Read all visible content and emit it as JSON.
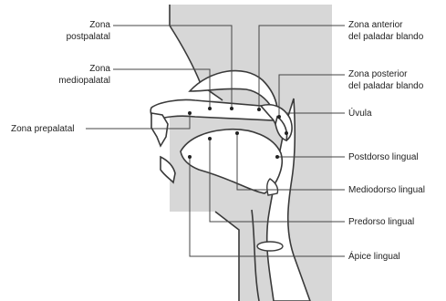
{
  "labels": {
    "postpalatal": [
      "Zona",
      "postpalatal"
    ],
    "mediopalatal": [
      "Zona",
      "mediopalatal"
    ],
    "prepalatal": [
      "Zona prepalatal"
    ],
    "anterior_velo": [
      "Zona anterior",
      "del paladar blando"
    ],
    "posterior_velo": [
      "Zona posterior",
      "del paladar blando"
    ],
    "uvula": [
      "Úvula"
    ],
    "postdorso": [
      "Postdorso lingual"
    ],
    "mediodorso": [
      "Mediodorso lingual"
    ],
    "predorso": [
      "Predorso lingual"
    ],
    "apice": [
      "Ápice lingual"
    ]
  },
  "colors": {
    "background_panel": "#d7d7d7",
    "tissue": "#ffffff",
    "outline": "#3a3a3a",
    "leader": "#444444",
    "text": "#222222"
  }
}
